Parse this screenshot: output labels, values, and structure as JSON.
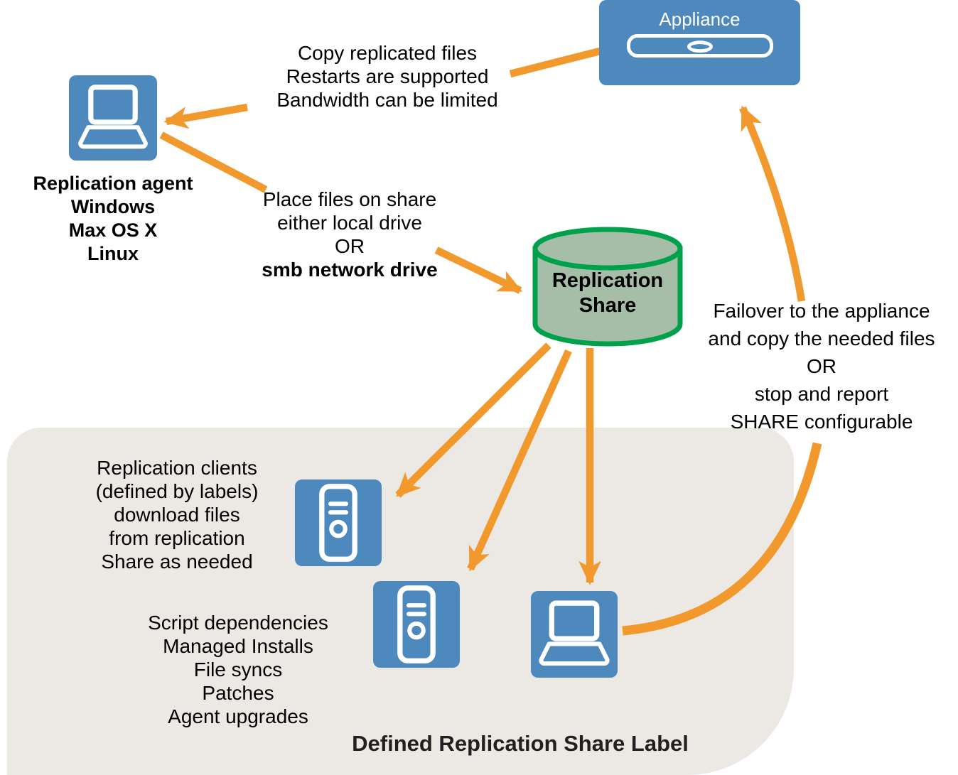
{
  "colors": {
    "blue": "#4E89BE",
    "orange": "#F2992E",
    "green_stroke": "#00A14B",
    "green_fill": "#A6BDA8",
    "panel": "#ECE8E3",
    "ink": "#000000",
    "label_ink": "#231F20",
    "white": "#FFFFFF"
  },
  "appliance": {
    "label": "Appliance",
    "icon": "rack-server-icon"
  },
  "agent": {
    "icon": "laptop-icon",
    "lines": [
      "Replication agent",
      "Windows",
      "Max OS X",
      "Linux"
    ]
  },
  "share": {
    "icon": "database-cylinder-icon",
    "lines": [
      "Replication",
      "Share"
    ]
  },
  "annotations": {
    "copy": {
      "lines": [
        "Copy replicated files",
        "Restarts are supported",
        "Bandwidth can be limited"
      ]
    },
    "place": {
      "lines": [
        "Place files on share",
        "either local drive",
        "OR",
        "smb network drive"
      ]
    },
    "failover": {
      "lines": [
        "Failover to the appliance",
        "and copy the needed files",
        "OR",
        "stop and report",
        "SHARE configurable"
      ]
    },
    "clients": {
      "lines": [
        "Replication clients",
        "(defined by labels)",
        "download files",
        "from replication",
        "Share as needed"
      ]
    },
    "tasks": {
      "lines": [
        "Script dependencies",
        "Managed Installs",
        "File syncs",
        "Patches",
        "Agent upgrades"
      ]
    }
  },
  "panel": {
    "label": "Defined Replication Share Label"
  },
  "icons": {
    "client1": "tower-server-icon",
    "client2": "tower-server-icon",
    "client3": "laptop-icon"
  }
}
